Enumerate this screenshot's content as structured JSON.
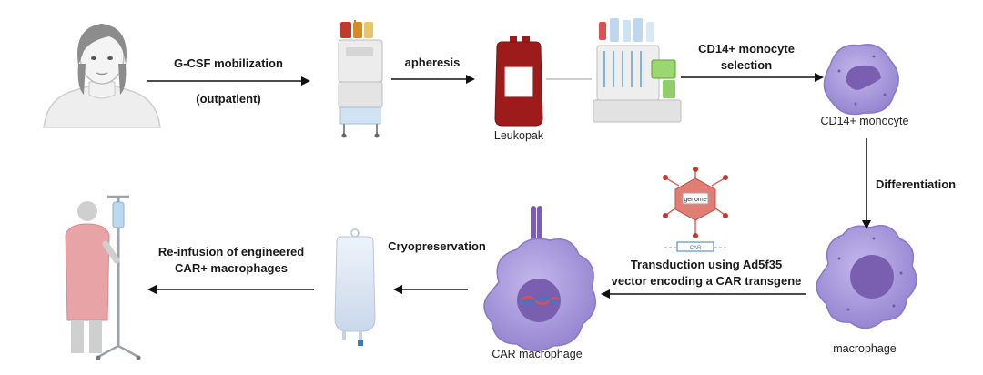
{
  "steps": {
    "gcsf": {
      "line1": "G-CSF mobilization",
      "line2": "(outpatient)"
    },
    "apheresis": "apheresis",
    "cd14_selection": {
      "line1": "CD14+ monocyte",
      "line2": "selection"
    },
    "differentiation": "Differentiation",
    "transduction": {
      "line1": "Transduction using Ad5f35",
      "line2": "vector encoding a CAR transgene"
    },
    "cryopreservation": "Cryopreservation",
    "reinfusion": {
      "line1": "Re-infusion of engineered",
      "line2": "CAR+ macrophages"
    }
  },
  "captions": {
    "leukopak": "Leukopak",
    "cd14_monocyte": "CD14+ monocyte",
    "macrophage": "macrophage",
    "car_macrophage": "CAR macrophage"
  },
  "vector_labels": {
    "genome": "genome",
    "car": "CAR"
  },
  "colors": {
    "arrow": "#111111",
    "cell_fill": "#a898d8",
    "cell_nucleus": "#7a5fb0",
    "blood": "#9e1b1b",
    "gown": "#e8a3a6",
    "virus": "#e27d74",
    "bag": "#dfe8f3"
  }
}
